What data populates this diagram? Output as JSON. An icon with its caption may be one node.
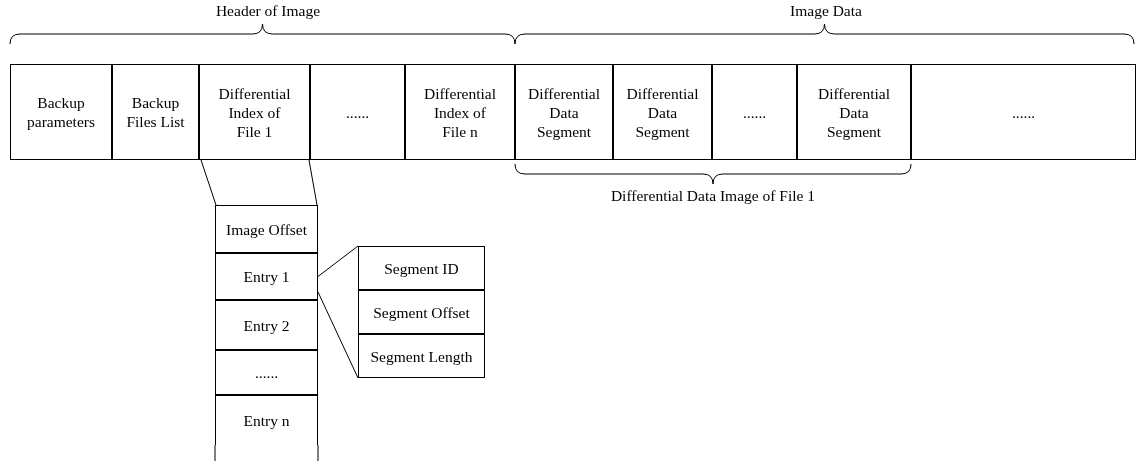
{
  "diagram": {
    "nodes": [
      {
        "text": [
          "Backup parameters"
        ]
      },
      {
        "text": [
          "Backup Files List"
        ]
      },
      {
        "text": [
          "Differential Index of File 1"
        ]
      },
      {
        "text": [
          "......"
        ]
      },
      {
        "text": [
          "Differential Index of File n"
        ]
      },
      {
        "text": [
          "Differential Data Segment"
        ]
      },
      {
        "text": [
          "Differential Data Segment"
        ]
      },
      {
        "text": [
          "......"
        ]
      },
      {
        "text": [
          "Differential Data Segment"
        ]
      },
      {
        "text": [
          "......"
        ]
      },
      {
        "text": [
          "Image Offset"
        ]
      },
      {
        "text": [
          "Entry 1"
        ]
      },
      {
        "text": [
          "Entry 2"
        ]
      },
      {
        "text": [
          "......"
        ]
      },
      {
        "text": [
          "Entry n"
        ]
      },
      {
        "text": [
          "Segment ID"
        ]
      },
      {
        "text": [
          "Segment Offset"
        ]
      },
      {
        "text": [
          "Segment Length"
        ]
      }
    ],
    "edges": [
      {
        "from": 2,
        "to": 10,
        "arrow": "none"
      },
      {
        "from": 2,
        "to": 10,
        "arrow": "none"
      },
      {
        "from": 11,
        "to": 15,
        "arrow": "none"
      },
      {
        "from": 11,
        "to": 17,
        "arrow": "none"
      }
    ],
    "labels": [
      "Header of Image",
      "Image Data",
      "Differential Data Image of File 1"
    ]
  }
}
